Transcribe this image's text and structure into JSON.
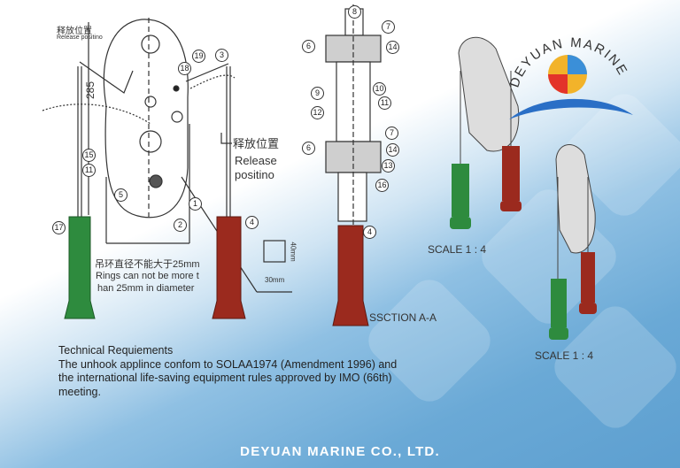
{
  "main_drawing": {
    "release_label_cn_left": "释放位置",
    "release_label_en_left": "Release positino",
    "release_label_cn_right": "释放位置",
    "release_label_en_right_1": "Release",
    "release_label_en_right_2": "positino",
    "dimension_height": "285",
    "ring_note_cn": "吊环直径不能大于25mm",
    "ring_note_en_1": "Rings can not be more t",
    "ring_note_en_2": "han 25mm in diameter",
    "box_width": "30mm",
    "box_height": "40mm",
    "callouts": [
      "19",
      "3",
      "18",
      "15",
      "11",
      "5",
      "1",
      "2",
      "17",
      "4"
    ]
  },
  "section_drawing": {
    "title": "SSCTION A-A",
    "callouts": [
      "8",
      "7",
      "6",
      "14",
      "9",
      "10",
      "11",
      "12",
      "7",
      "6",
      "14",
      "13",
      "16",
      "4"
    ]
  },
  "scale_top": "SCALE 1 : 4",
  "scale_bottom": "SCALE 1 : 4",
  "logo": {
    "text": "DEYUAN MARINE"
  },
  "technical": {
    "heading": "Technical Requiements",
    "line1": "The unhook applince confom to SOLAA1974 (Amendment 1996) and",
    "line2": "the international life-saving equipment rules approved by IMO (66th)",
    "line3": "meeting."
  },
  "footer": "DEYUAN MARINE CO., LTD.",
  "colors": {
    "green_handle": "#2e8b3e",
    "red_handle": "#9b2a1e",
    "line": "#333333"
  }
}
